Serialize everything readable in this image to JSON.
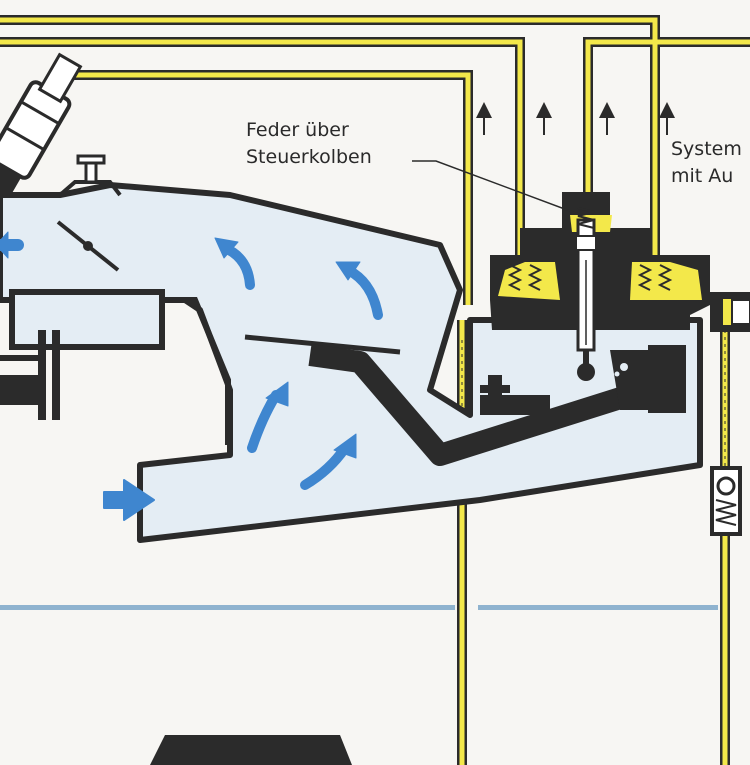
{
  "labels": {
    "feder_line1": "Feder über",
    "feder_line2": "Steuerkolben",
    "system_line1": "System",
    "system_line2": "mit Au"
  },
  "colors": {
    "background": "#f7f6f3",
    "fuel_yellow": "#f3e84a",
    "air_body": "#e4edf4",
    "outline": "#2b2b2b",
    "flow_arrow": "#3f86cf",
    "separator_line": "#8fb3cf"
  },
  "icons": {
    "flow_arrow": "air-flow-arrow-icon",
    "up_arrow": "up-arrow-icon",
    "spring": "spring-icon"
  }
}
